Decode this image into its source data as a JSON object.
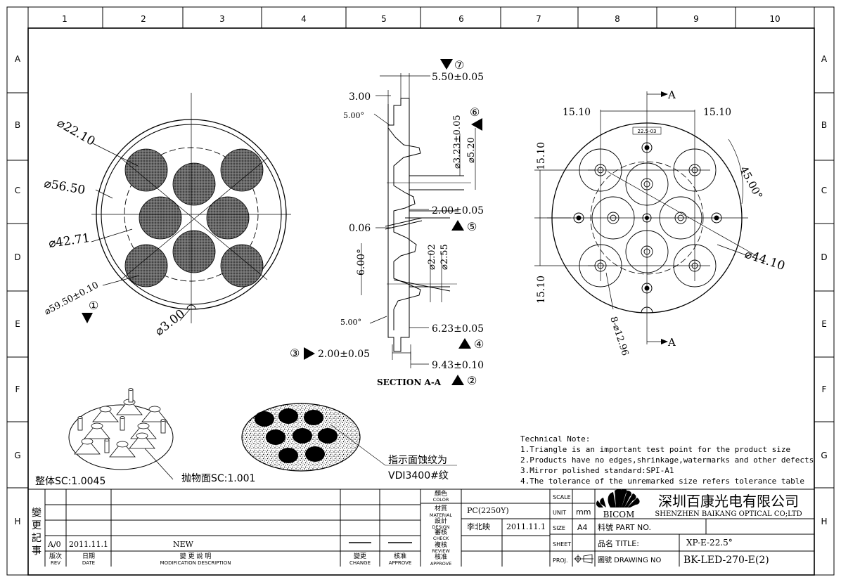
{
  "frame": {
    "columns": [
      "1",
      "2",
      "3",
      "4",
      "5",
      "6",
      "7",
      "8",
      "9",
      "10"
    ],
    "rows": [
      "A",
      "B",
      "C",
      "D",
      "E",
      "F",
      "G",
      "H"
    ]
  },
  "front_view": {
    "dims": [
      "⌀22.10",
      "⌀56.50",
      "⌀42.71",
      "⌀59.50±0.10",
      "⌀3.00"
    ],
    "marker": "①"
  },
  "section_view": {
    "dims": [
      "5.50±0.05",
      "3.00",
      "5.00°",
      "⌀3.23±0.05",
      "⌀5.20",
      "2.00±0.05",
      "0.06",
      "6.00°",
      "⌀2.02",
      "⌀2.55",
      "5.00°",
      "6.23±0.05",
      "2.00±0.05",
      "9.43±0.10"
    ],
    "markers": [
      "⑦",
      "⑥",
      "⑤",
      "④",
      "③",
      "②"
    ],
    "title": "SECTION A-A"
  },
  "back_view": {
    "dims": [
      "15.10",
      "15.10",
      "15.10",
      "15.10",
      "45.00°",
      "⌀44.10",
      "8-⌀12.96"
    ],
    "section_label": "A",
    "small_label": "22.5-03"
  },
  "annotations": {
    "overall_scale": "整体SC:1.0045",
    "paraboloid": "抛物面SC:1.001",
    "texture_line1": "指示面蚀纹为",
    "texture_line2": "VDI3400#纹"
  },
  "tech_note": {
    "title": "Technical Note:",
    "lines": [
      "1.Triangle is an important test point for the product size",
      "2.Products have no edges,shrinkage,watermarks and other defects",
      "3.Mirror polished standard:SPI-A1",
      "4.The tolerance of the unremarked size refers tolerance table"
    ]
  },
  "title_block": {
    "revision_chars": [
      "變",
      "更",
      "記",
      "事"
    ],
    "rev": "A/0",
    "date": "2011.11.1",
    "description": "NEW",
    "hdr_rev_cn": "版次",
    "hdr_rev_en": "REV",
    "hdr_date_cn": "日期",
    "hdr_date_en": "DATE",
    "hdr_desc_cn": "變 更 說 明",
    "hdr_desc_en": "MODIFICATION DESCRIPTION",
    "hdr_change_cn": "變更",
    "hdr_change_en": "CHANGE",
    "hdr_approve_cn": "核准",
    "hdr_approve_en": "APPROVE",
    "color_cn": "顏色",
    "color_en": "COLOR",
    "material_cn": "材質",
    "material_en": "MATERIAL",
    "design_cn": "設計",
    "design_en": "DESIGN",
    "check_cn": "審核",
    "check_en": "CHECK",
    "review_cn": "複核",
    "review_en": "REVIEW",
    "approve_cn": "核准",
    "approve_en": "APPROVE",
    "material_value": "PC(2250Y)",
    "designer": "李北映",
    "design_date": "2011.11.1",
    "scale_label": "SCALE",
    "unit_label": "UNIT",
    "unit_value": "mm",
    "size_label": "SIZE",
    "size_value": "A4",
    "sheet_label": "SHEET",
    "proj_label": "PROJ.",
    "part_no_label": "料號 PART NO.",
    "title_label": "品名 TITLE:",
    "title_value": "XP-E-22.5°",
    "drawing_no_label": "圖號 DRAWING NO",
    "drawing_no_value": "BK-LED-270-E(2)",
    "company_cn": "深圳百康光电有限公司",
    "company_en": "SHENZHEN BAIKANG OPTICAL CO;LTD",
    "logo_text": "BICOM"
  }
}
